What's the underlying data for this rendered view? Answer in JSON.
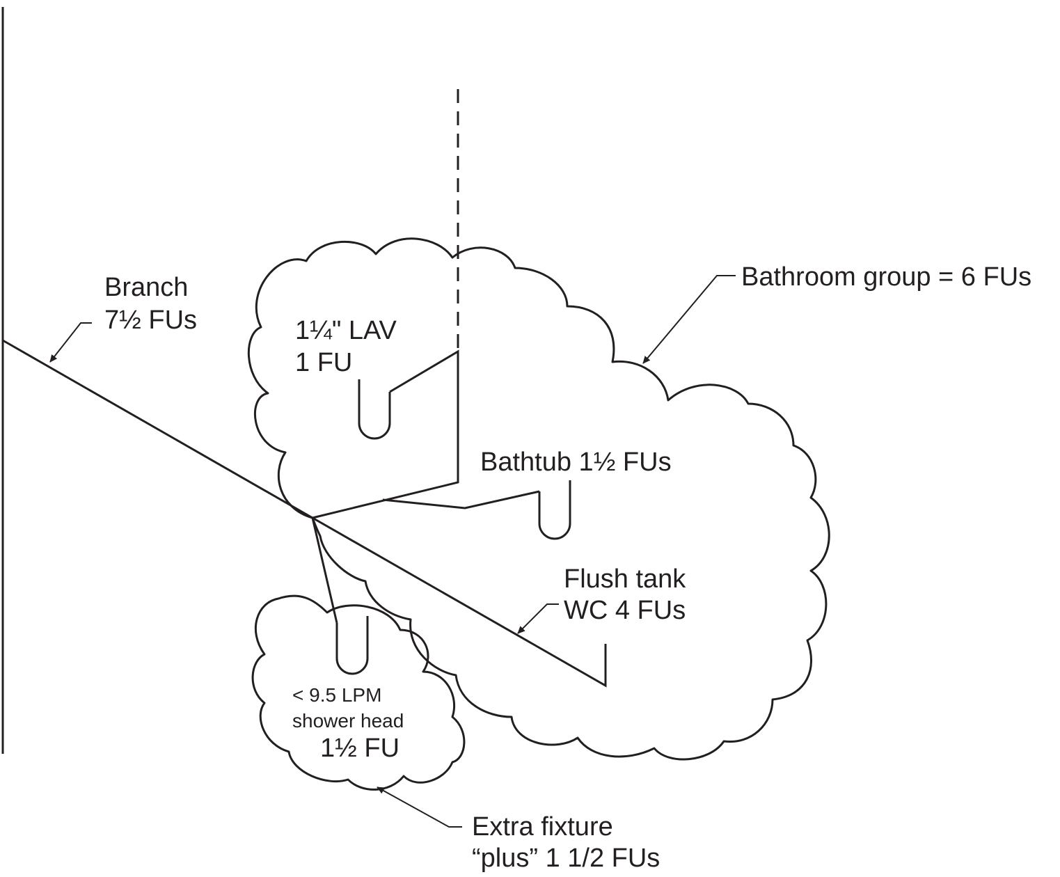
{
  "labels": {
    "branch_line1": "Branch",
    "branch_line2": "7½ FUs",
    "lav_line1": "1¼\" LAV",
    "lav_line2": "1 FU",
    "bathroom_group": "Bathroom group = 6 FUs",
    "bathtub": "Bathtub 1½ FUs",
    "flush_line1": "Flush tank",
    "flush_line2": "WC 4 FUs",
    "shower_line1": "< 9.5 LPM",
    "shower_line2": "shower head",
    "shower_line3": "1½ FU",
    "extra_line1": "Extra fixture",
    "extra_line2": "“plus” 1 1/2 FUs"
  },
  "colors": {
    "ink": "#231f20",
    "background": "#ffffff"
  }
}
